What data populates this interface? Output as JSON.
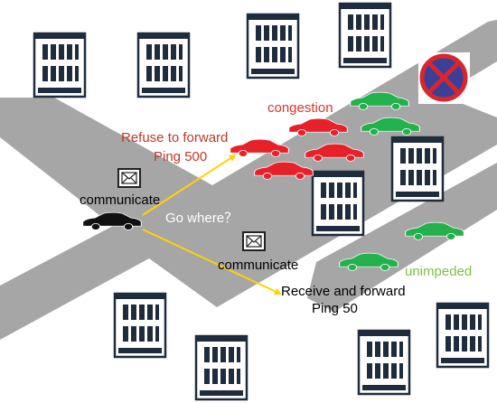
{
  "labels": {
    "congestion": "congestion",
    "refuse_line1": "Refuse to forward",
    "refuse_line2": "Ping 500",
    "communicate_top": "communicate",
    "go_where": "Go where？",
    "communicate_bottom": "communicate",
    "receive_line1": "Receive and forward",
    "receive_line2": "Ping 50",
    "unimpeded": "unimpeded"
  },
  "colors": {
    "road": "#a6a6a6",
    "building": "#1f2c3d",
    "arrow": "#ffd400",
    "congested_car": "#e8202a",
    "free_car": "#22b14c",
    "source_car": "#111111",
    "congestion_text": "#d9342b",
    "refuse_text": "#c0392b",
    "unimpeded_text": "#7dc242",
    "sign_red": "#d8262e",
    "sign_blue": "#3a3f9a"
  },
  "icons": {
    "building": "office-building-icon",
    "envelope": "envelope-icon",
    "car": "car-icon",
    "sign": "no-stopping-sign-icon"
  }
}
